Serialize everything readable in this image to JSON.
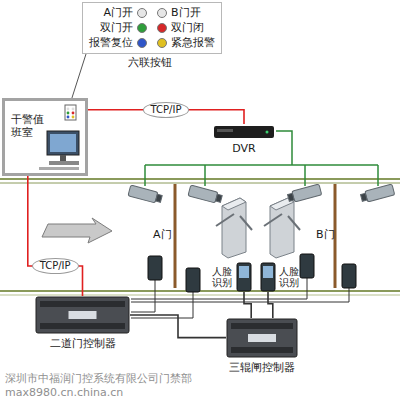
{
  "diagram": {
    "nodes": [
      {
        "text": [
          "干警值班室"
        ]
      },
      {
        "text": [
          "DVR"
        ]
      },
      {
        "text": [
          "二道门控制器"
        ]
      },
      {
        "text": [
          "三辊闸控制器"
        ]
      },
      {
        "text": [
          "人脸识别"
        ]
      },
      {
        "text": [
          "人脸识别"
        ]
      }
    ],
    "edges": [
      {
        "from": 0,
        "to": 1,
        "arrow": "none",
        "label": "TCP/IP"
      },
      {
        "from": 0,
        "to": 2,
        "arrow": "none",
        "label": "TCP/IP"
      },
      {
        "from": 2,
        "to": 3,
        "arrow": "none"
      },
      {
        "from": 3,
        "to": 4,
        "arrow": "none"
      },
      {
        "from": 3,
        "to": 5,
        "arrow": "none"
      }
    ],
    "labels": [
      "六联按钮",
      "A门",
      "B门",
      "深圳市中福润门控系统有限公司门禁部",
      "max8980.cn.china.cn"
    ],
    "legend": [
      {
        "text": "A门开",
        "color": "#e6e6e6"
      },
      {
        "text": "B门开",
        "color": "#e6e6e6"
      },
      {
        "text": "双门开",
        "color": "#2e9e3a"
      },
      {
        "text": "双门闭",
        "color": "#d62728"
      },
      {
        "text": "报警复位",
        "color": "#2f55c8"
      },
      {
        "text": "紧急报警",
        "color": "#e0c020"
      }
    ]
  }
}
